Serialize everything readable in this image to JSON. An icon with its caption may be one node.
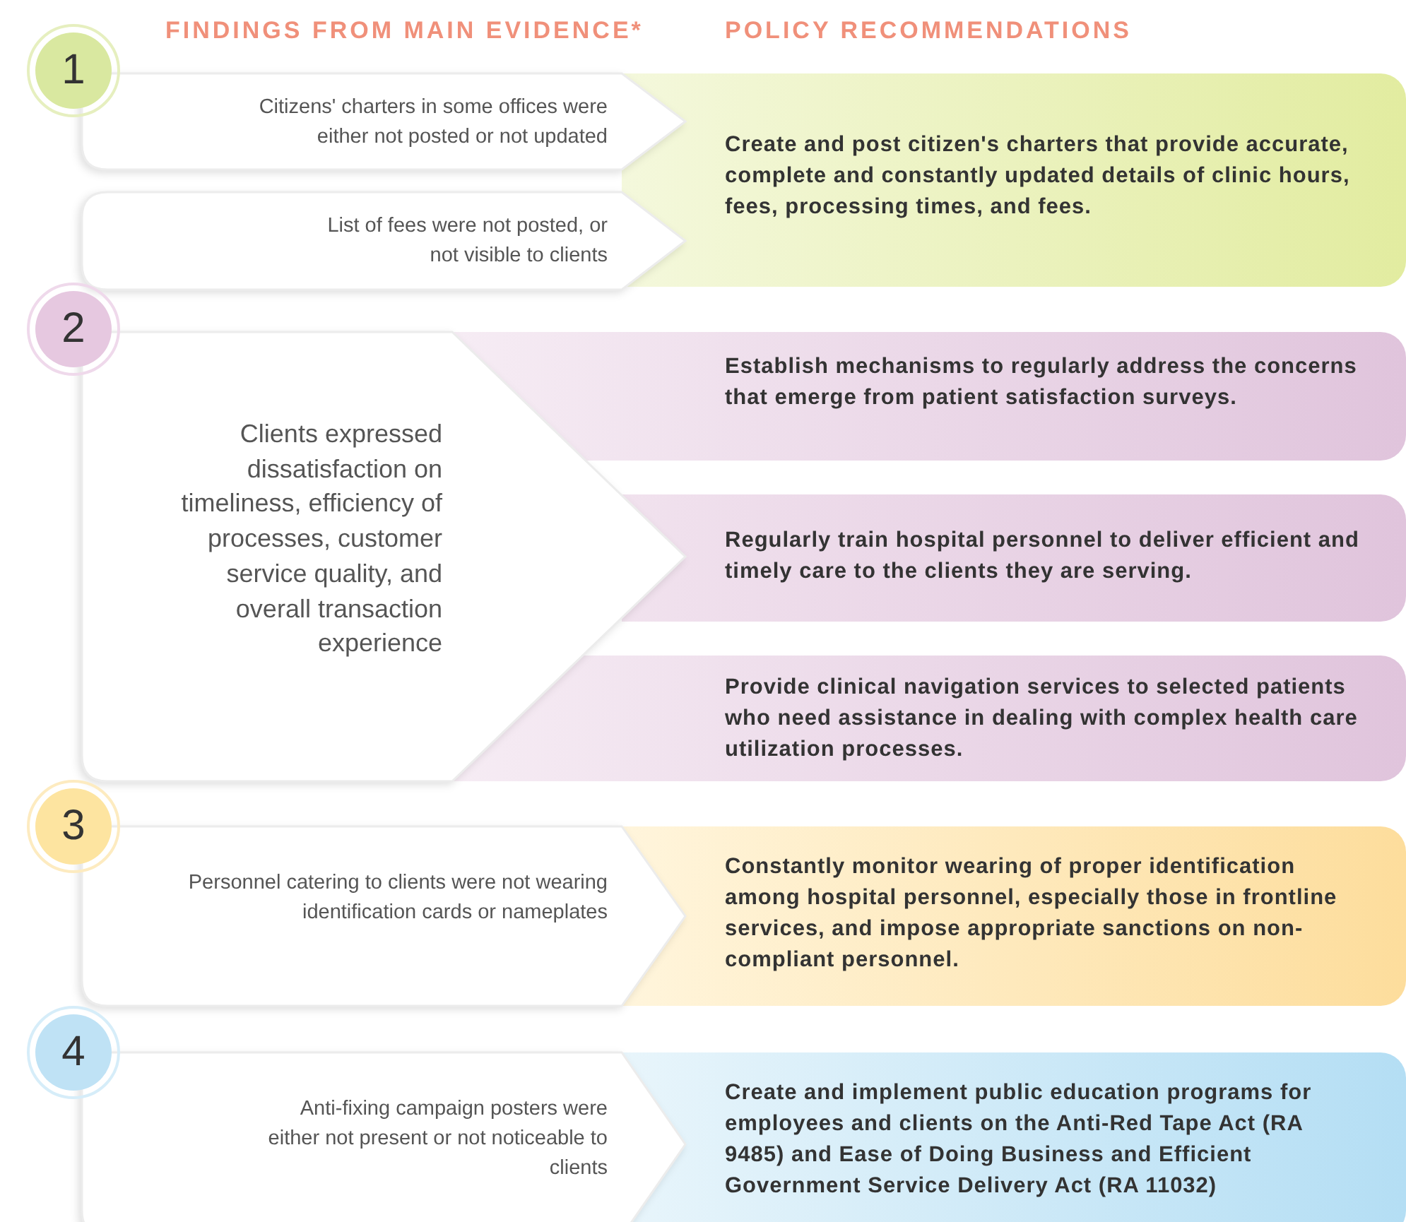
{
  "diagram": {
    "nodes": [
      {
        "text": [
          "1"
        ]
      },
      {
        "text": [
          "Citizens' charters in some offices were either not posted or not updated"
        ]
      },
      {
        "text": [
          "Create and post citizen's charters that provide accurate, complete and constantly updated details of clinic hours, fees, processing times, and fees."
        ]
      },
      {
        "text": [
          "List of fees were not posted, or not visible to clients"
        ]
      },
      {
        "text": [
          "2"
        ]
      },
      {
        "text": [
          "Clients expressed dissatisfaction on timeliness, efficiency of processes, customer service quality, and overall transaction experience"
        ]
      },
      {
        "text": [
          "Establish mechanisms to regularly address the concerns that emerge from patient satisfaction surveys."
        ]
      },
      {
        "text": [
          "Regularly train hospital personnel to deliver efficient and timely care to the clients they are serving."
        ]
      },
      {
        "text": [
          "Provide clinical navigation services to selected patients who need assistance in dealing with complex health care utilization processes."
        ]
      },
      {
        "text": [
          "3"
        ]
      },
      {
        "text": [
          "Personnel catering to clients were not wearing identification cards or nameplates"
        ]
      },
      {
        "text": [
          "Constantly monitor wearing of proper identification among hospital personnel, especially those in frontline services, and impose appropriate sanctions on non-compliant personnel."
        ]
      },
      {
        "text": [
          "4"
        ]
      },
      {
        "text": [
          "Anti-fixing campaign posters were either not present or not noticeable to clients"
        ]
      },
      {
        "text": [
          "Create and implement public education programs for employees and clients on the Anti-Red Tape Act (RA 9485) and Ease of Doing Business and Efficient Government Service Delivery Act (RA 11032)"
        ]
      }
    ],
    "labels": [
      "FINDINGS FROM MAIN EVIDENCE*",
      "POLICY RECOMMENDATIONS"
    ]
  }
}
